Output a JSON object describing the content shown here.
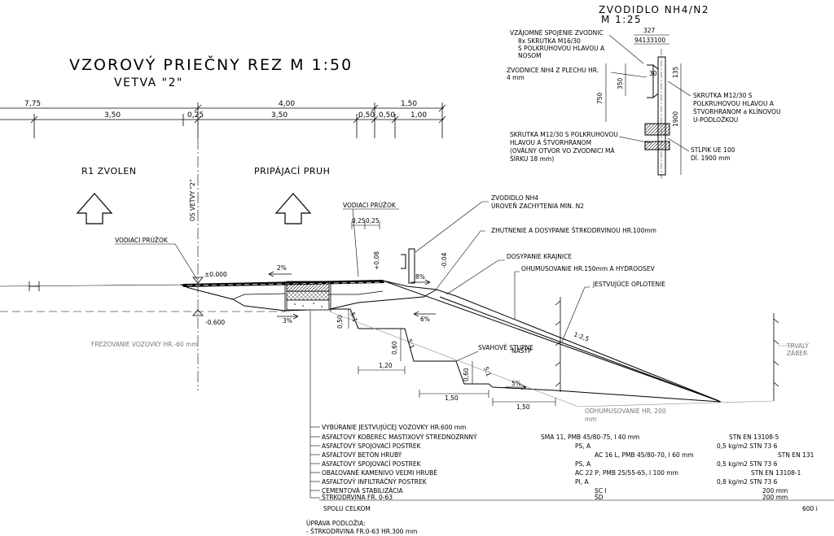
{
  "title": {
    "main": "VZOROVÝ PRIEČNY REZ M 1:50",
    "sub": "VETVA \"2\""
  },
  "top_dims": {
    "row1": [
      "7,75",
      "4,00",
      "1,50"
    ],
    "row2": [
      "3,50",
      "0,25",
      "3,50",
      "0,50",
      "0,50",
      "1,00"
    ]
  },
  "lanes": {
    "left": "R1 ZVOLEN",
    "right": "PRIPÁJACÍ PRUH",
    "axis": "OS VETVY \"2\""
  },
  "labels": {
    "vodiaci_left": "VODIACI PRÚŽOK",
    "vodiaci_right": "VODIACI PRÚŽOK",
    "elev_zero": "±0.000",
    "elev_neg": "-0.600",
    "frezovanie": "FRÉZOVANIE VOZOVKY HR.-60 mm",
    "dim_025": "0,25",
    "dim_025b": "0,25",
    "elev_p008": "+0.08",
    "elev_m004": "-0.04",
    "slope_2": "2%",
    "slope_3": "3%",
    "slope_8": "8%",
    "slope_6": "6%",
    "slope_5": "5%",
    "dim_050": "0,50",
    "dim_060a": "0,60",
    "dim_060b": "0,60",
    "dim_120": "1,20",
    "dim_150a": "1,50",
    "dim_150b": "1,50",
    "ratio_a": "5:1",
    "ratio_b": "5:1",
    "ratio_c": "5:1",
    "ratio_main": "1:2,5",
    "nasyp": "NÁSYP",
    "svahove": "SVAHOVÉ STUPNE",
    "odhumus": "ODHUMUSOVANIE HR. 200",
    "odhumus_mm": "mm",
    "trvaly1": "TRVALÝ",
    "trvaly2": "ZÁBER"
  },
  "callouts": [
    "ZVODIDLO NH4",
    "ÚROVEŇ ZACHYTENIA MIN. N2",
    "ZHUTNENIE  A DOSYPANIE ŠTRKODRVINOU HR.100mm",
    "DOSYPANIE KRAJNICE",
    "OHUMUSOVANIE HR.150mm A HYDROOSEV",
    "JESTVUJÚCE OPLOTENIE"
  ],
  "detail": {
    "title1": "ZVODIDLO NH4/N2",
    "title2": "M 1:25",
    "dim_327": "327",
    "dim_row": "94133100",
    "dim_350": "350",
    "dim_750": "750",
    "dim_1900": "1900",
    "dim_135": "135",
    "dim_30": "30",
    "notes": [
      "VZÁJOMNÉ SPOJENIE ZVODNIC",
      "8x SKRUTKA M16/30",
      "S POLKRUHOVOU HLAVOU A",
      "NOSOM",
      "ZVODNICE NH4 Z PLECHU HR.",
      "4 mm",
      "SKRUTKA M12/30 S",
      "POLKRUHOVOU HLAVOU A",
      "ŠTVORHRANOM a KLÍNOVOU",
      "U-PODLOŽKOU",
      "SKRUTKA M12/30 S POLKRUHOVOU",
      "HLAVOU A ŠTVORHRANOM",
      "(OVÁLNY OTVOR VO ZVODNICI MÁ",
      "ŠÍRKU 18 mm)",
      "STĹPIK UE 100",
      "Dĺ. 1900 mm"
    ]
  },
  "layers": [
    "VYBÚRANIE JESTVUJÚCEJ VOZOVKY HR.600 mm",
    "ASFALTOVÝ KOBEREC MASTIXOVÝ STREDNOZRNNÝ",
    "ASFALTOVÝ SPOJOVACÍ POSTREK",
    "ASFALTOVÝ BETÓN HRUBÝ",
    "ASFALTOVÝ SPOJOVACÍ POSTREK",
    "OBAĽOVANÉ KAMENIVO VEĽMI HRUBÉ",
    "ASFALTOVÝ INFILTRAČNÝ POSTREK",
    "CEMENTOVÁ STABILIZÁCIA",
    "ŠTRKODRVINA FR. 0-63"
  ],
  "specs": [
    [
      "SMA 11, PMB 45/80-75, I      40 mm",
      "STN EN 13108-5"
    ],
    [
      "PS, A",
      "0,5 kg/m2        STN 73 6"
    ],
    [
      "AC 16 L, PMB 45/80-70, I      60 mm",
      "STN EN 131"
    ],
    [
      "PS, A",
      "0,5 kg/m2        STN 73 6"
    ],
    [
      "AC 22 P, PMB 25/55-65, I    100 mm",
      "STN EN 13108-1"
    ],
    [
      "PI, A",
      "0,8 kg/m2        STN 73 6"
    ],
    [
      "SC I",
      "200 mm"
    ],
    [
      "ŠD",
      "200 mm"
    ]
  ],
  "total": {
    "label": "SPOLU CELKOM",
    "value": "600 i"
  },
  "uprava": {
    "title": "ÚPRAVA PODLOŽIA:",
    "item": "- ŠTRKODRVINA FR.0-63 HR.300 mm"
  }
}
